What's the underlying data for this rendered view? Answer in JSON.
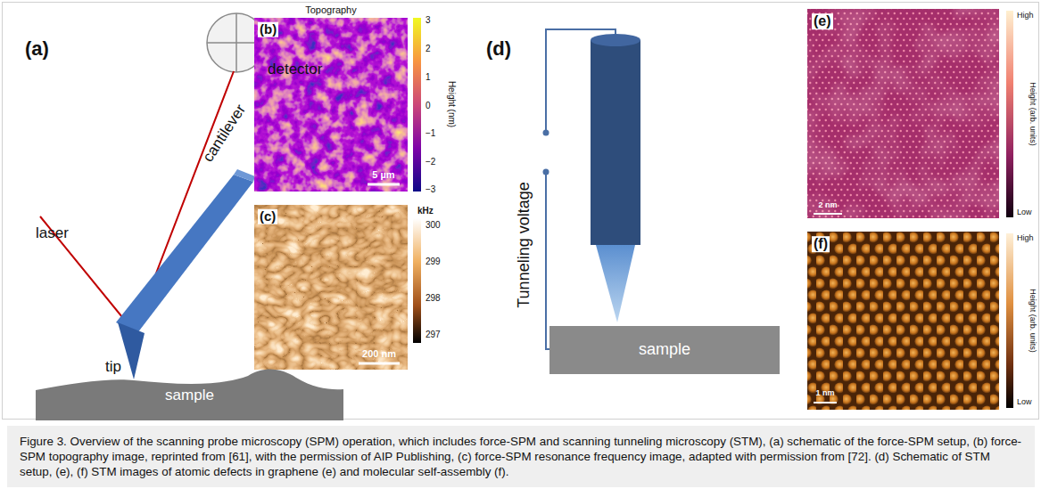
{
  "diagram": {
    "caption": "Figure 3. Overview of the scanning probe microscopy (SPM) operation, which includes force-SPM and scanning tunneling microscopy (STM), (a) schematic of the force-SPM setup, (b) force-SPM topography image, reprinted from [61], with the permission of AIP Publishing, (c) force-SPM resonance frequency image, adapted with permission from [72]. (d) Schematic of STM setup, (e), (f) STM images of atomic defects in graphene (e) and molecular self-assembly (f).",
    "nodes": [
      {
        "text": [
          "sample"
        ]
      },
      {
        "text": [
          "sample"
        ]
      }
    ],
    "labels": [
      "(a)",
      "detector",
      "laser",
      "cantilever",
      "tip",
      "(b)",
      "Topography",
      "3",
      "2",
      "1",
      "0",
      "−1",
      "−2",
      "−3",
      "Height (nm)",
      "5 µm",
      "(c)",
      "kHz",
      "300",
      "299",
      "298",
      "297",
      "200 nm",
      "(d)",
      "Tunneling voltage",
      "(e)",
      "High",
      "Low",
      "Height (arb. units)",
      "2 nm",
      "(f)",
      "High",
      "Low",
      "Height (arb. units)",
      "1 nm"
    ]
  }
}
